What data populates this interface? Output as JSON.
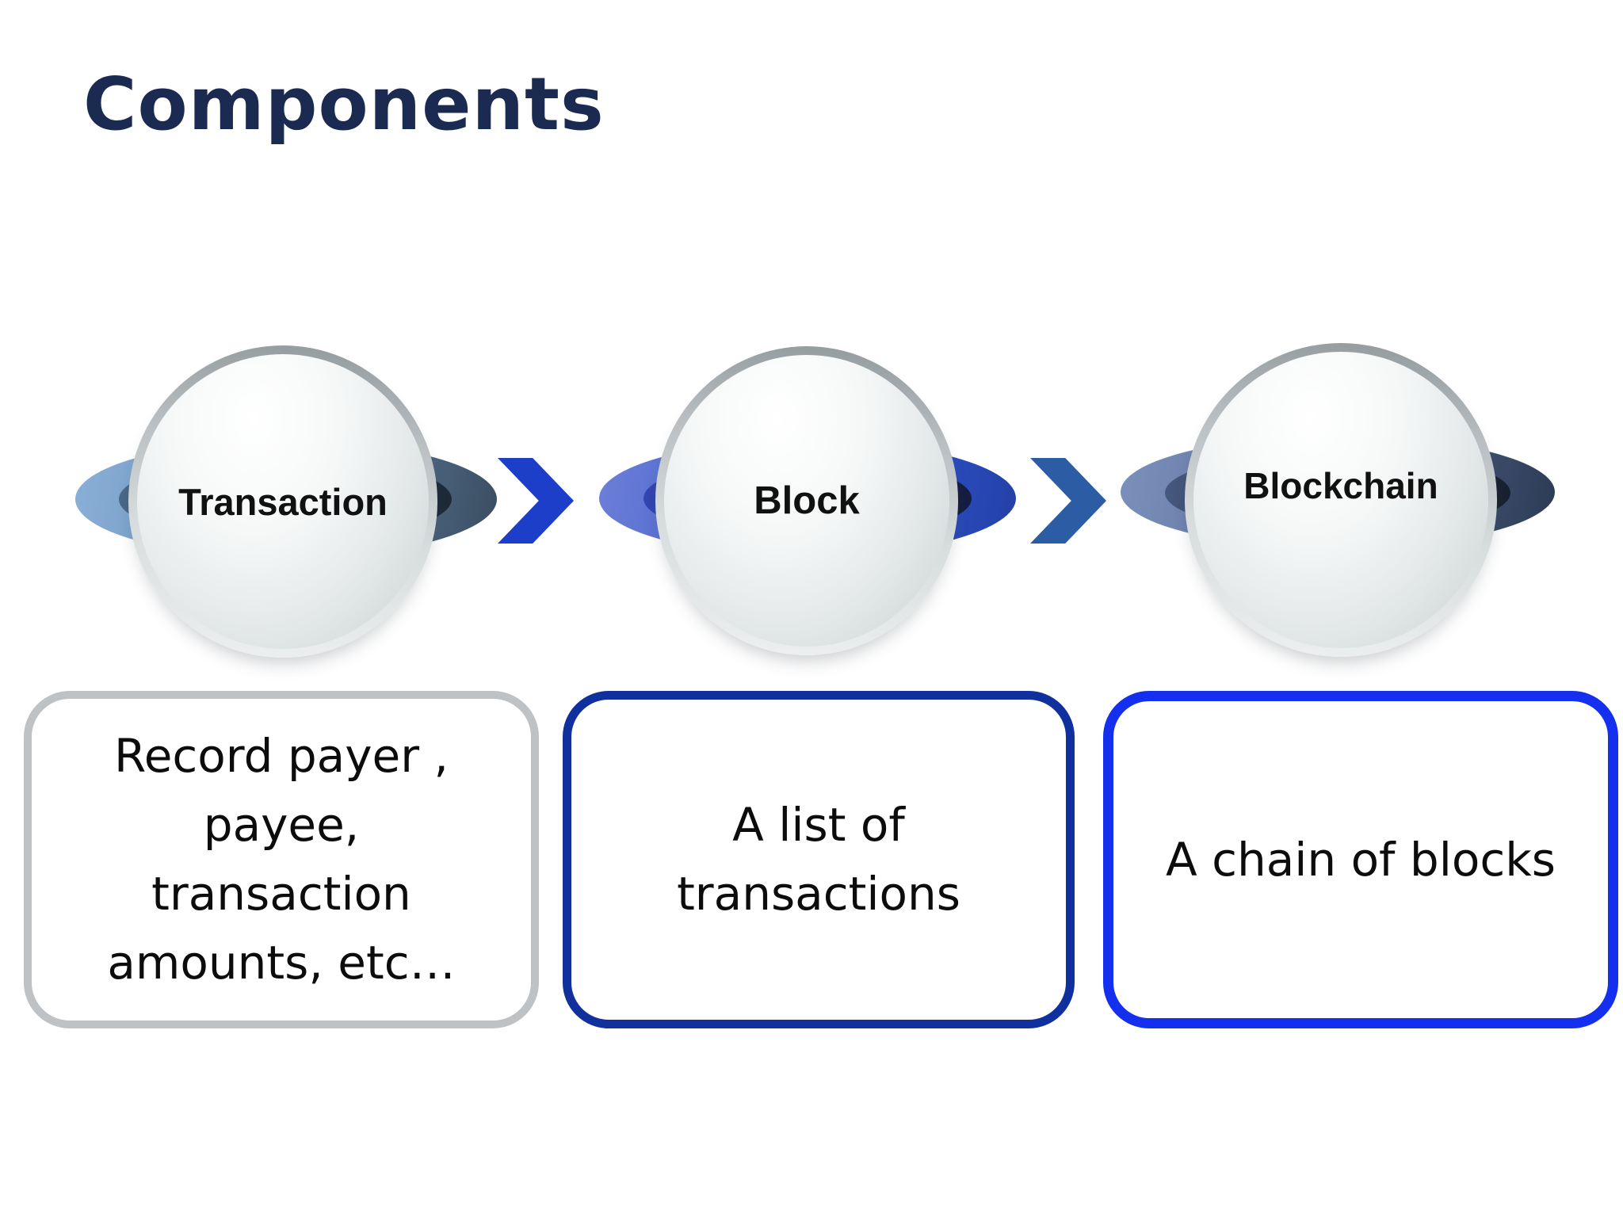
{
  "slide": {
    "title": "Components"
  },
  "colors": {
    "title_text": "#1b2a50",
    "sphere_label_text": "#111111",
    "arrow_1": "#1d3ec8",
    "arrow_2": "#2b5ca4",
    "card_1_border": "#bfc2c5",
    "card_2_border": "#10309e",
    "card_3_border": "#1430ee",
    "card_text": "#0c0c0c"
  },
  "pipeline": {
    "nodes": [
      {
        "label": "Transaction"
      },
      {
        "label": "Block"
      },
      {
        "label": "Blockchain"
      }
    ]
  },
  "cards": [
    {
      "lines": [
        "Record payer ,",
        "payee,",
        "transaction",
        "amounts, etc…"
      ]
    },
    {
      "lines": [
        "A list of",
        "transactions"
      ]
    },
    {
      "lines": [
        "A chain of blocks"
      ]
    }
  ]
}
